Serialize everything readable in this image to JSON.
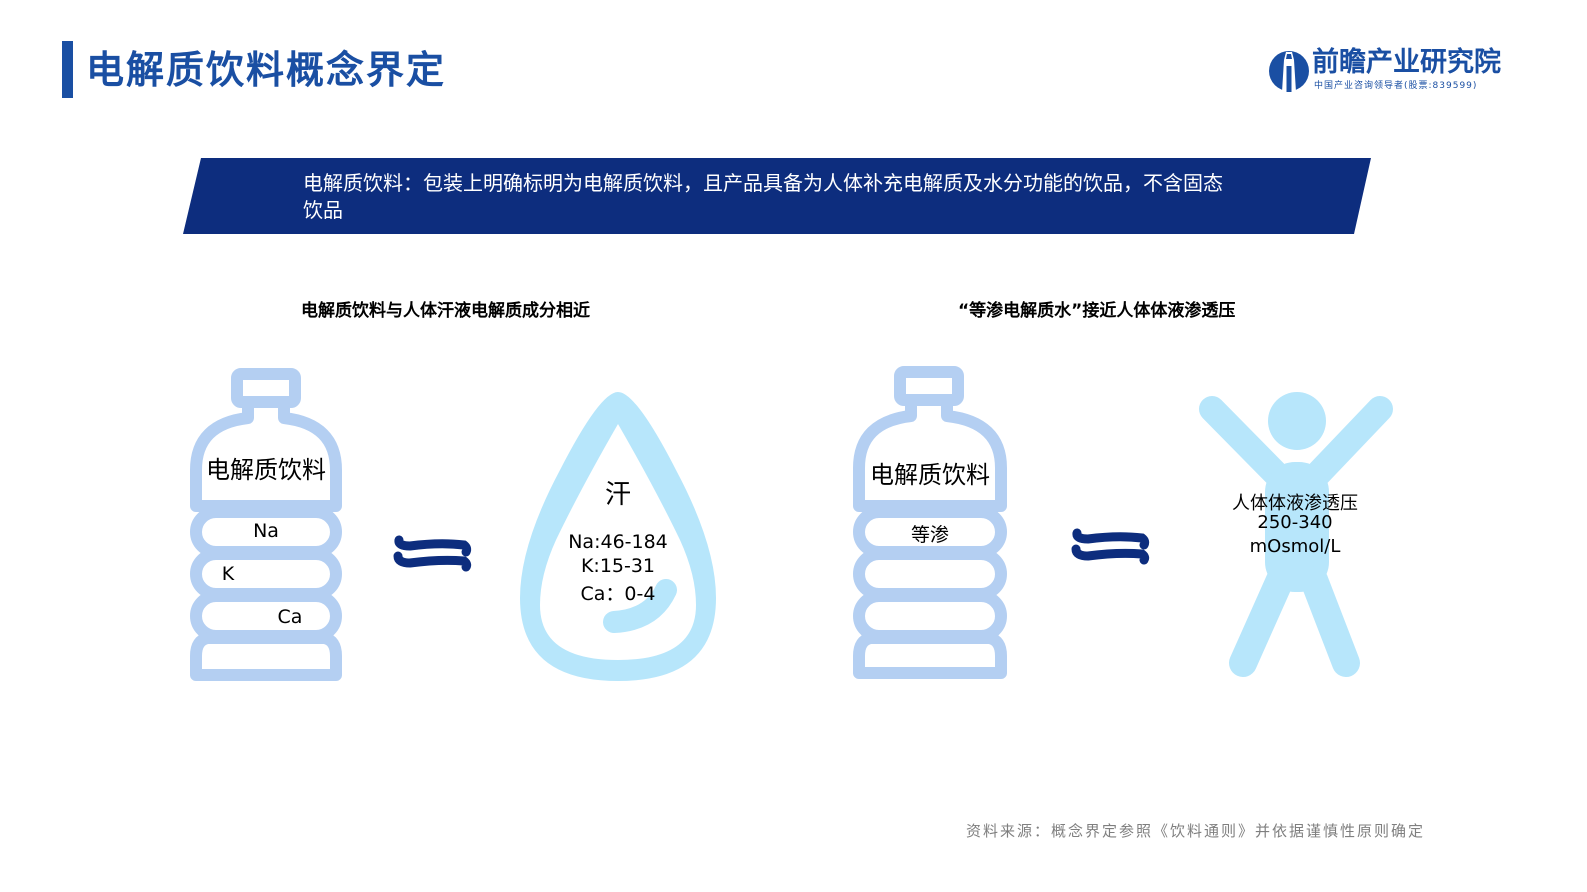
{
  "header": {
    "title": "电解质饮料概念界定",
    "accent_color": "#1a4fa3"
  },
  "logo": {
    "name": "前瞻产业研究院",
    "tagline": "中国产业咨询领导者(股票:839599)"
  },
  "banner": {
    "text": "电解质饮料：包装上明确标明为电解质饮料，且产品具备为人体补充电解质及水分功能的饮品，不含固态饮品",
    "background_color": "#0d2d7e"
  },
  "left_panel": {
    "heading": "电解质饮料与人体汗液电解质成分相近",
    "bottle": {
      "label": "电解质饮料",
      "items": [
        "Na",
        "K",
        "Ca"
      ]
    },
    "approx_symbol": "≈",
    "drop": {
      "label": "汗",
      "values": [
        "Na:46-184",
        "K:15-31",
        "Ca：0-4"
      ]
    }
  },
  "right_panel": {
    "heading": "“等渗电解质水”接近人体体液渗透压",
    "bottle": {
      "label": "电解质饮料",
      "items": [
        "等渗"
      ]
    },
    "approx_symbol": "≈",
    "person": {
      "lines": [
        "人体体液渗透压",
        "250-340",
        "mOsmol/L"
      ]
    }
  },
  "colors": {
    "bottle_outline": "#b4cff2",
    "drop_fill": "#b7e6fb",
    "approx": "#0d2d7e"
  },
  "footer": {
    "source": "资料来源：概念界定参照《饮料通则》并依据谨慎性原则确定"
  }
}
